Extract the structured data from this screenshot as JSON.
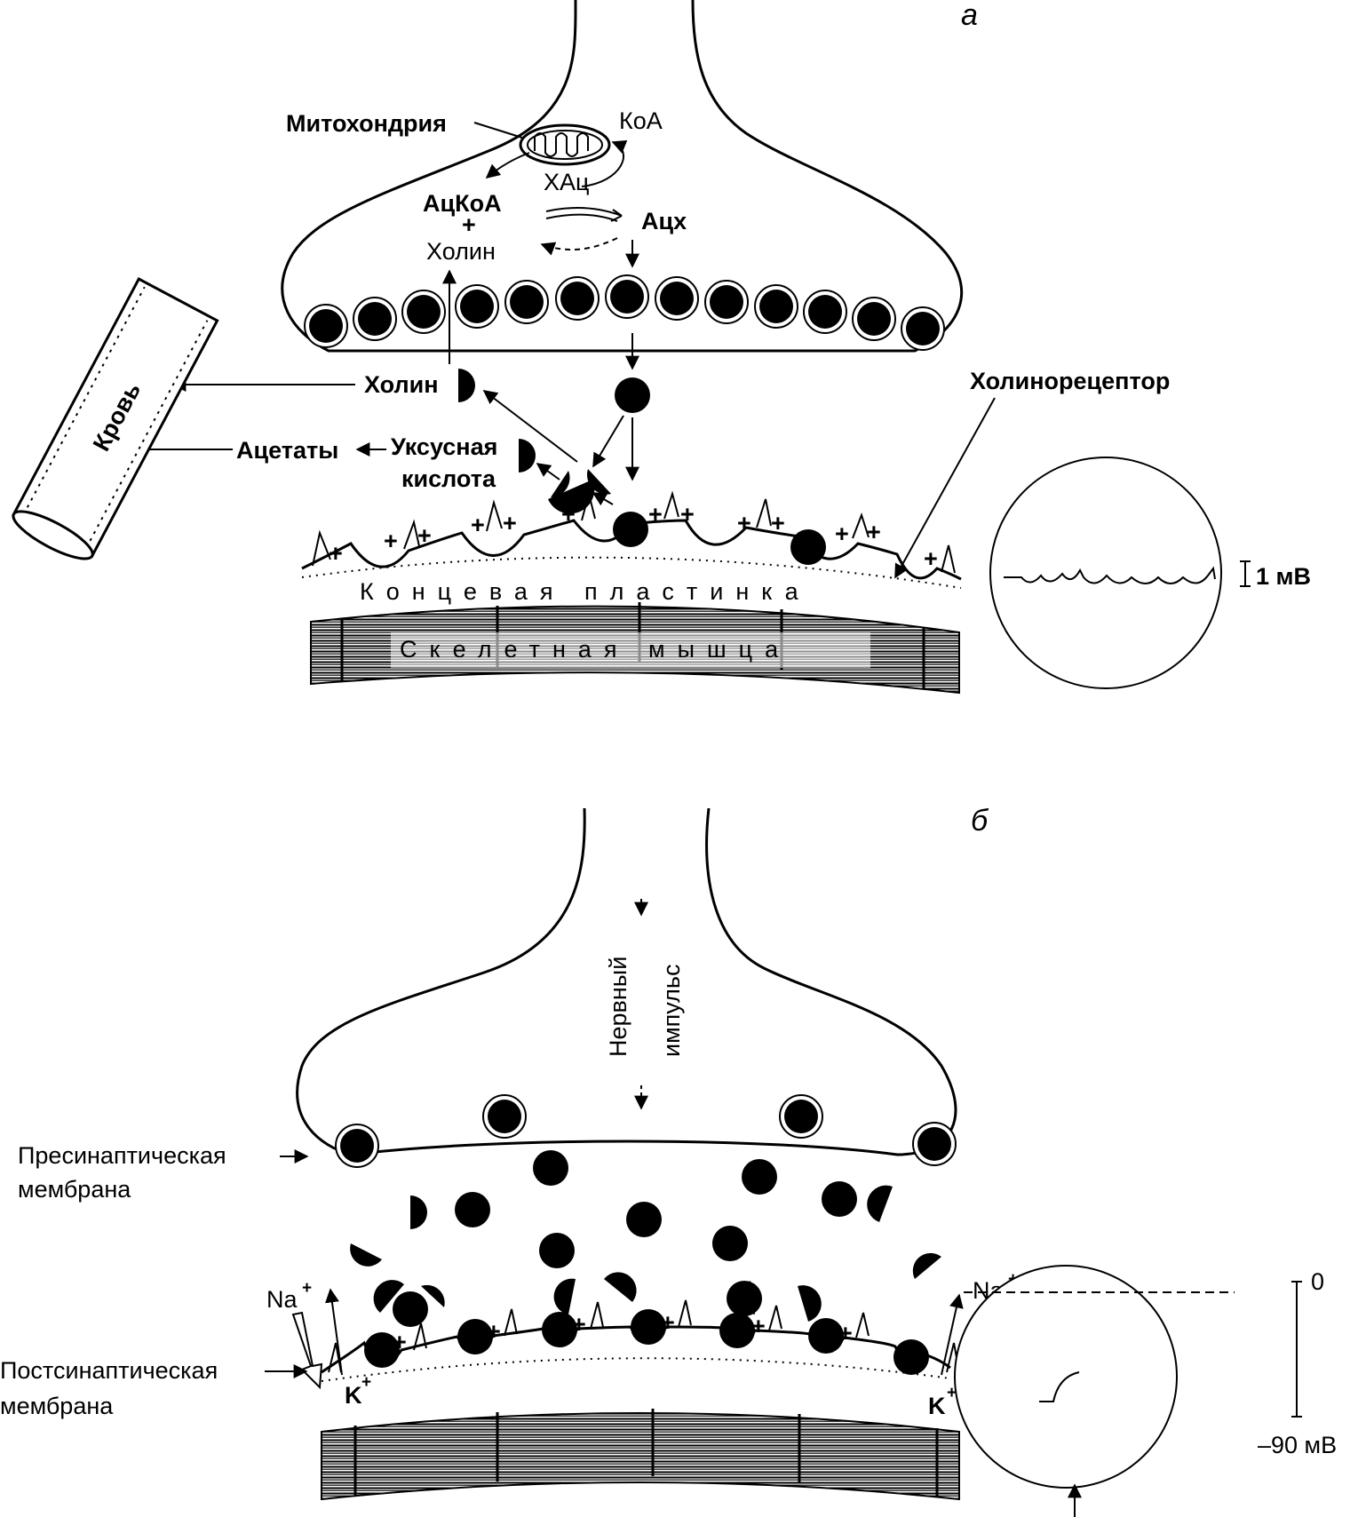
{
  "panel_a": {
    "letter": "а",
    "mitochondria": "Митохондрия",
    "coa": "КоА",
    "chac": "ХАц",
    "acetylcoa": "АцКоА",
    "plus": "+",
    "choline_top": "Холин",
    "ach": "Ацх",
    "choline_left": "Холин",
    "acetic_acid_1": "Уксусная",
    "acetic_acid_2": "кислота",
    "acetates": "Ацетаты",
    "blood": "Кровь",
    "cholinoreceptor": "Холинорецептор",
    "end_plate": "Концевая пластинка",
    "skeletal_muscle": "Скелетная мышца",
    "scale_label": "1 мВ"
  },
  "panel_b": {
    "letter": "б",
    "nerve_impulse_1": "Нервный",
    "nerve_impulse_2": "импульс",
    "presynaptic_1": "Пресинаптическая",
    "presynaptic_2": "мембрана",
    "postsynaptic_1": "Постсинаптическая",
    "postsynaptic_2": "мембрана",
    "na_left": "Na",
    "na_right": "Na",
    "k_left": "K",
    "k_right": "K",
    "ion_charge": "+",
    "scale_top": "0",
    "scale_bottom": "–90 мВ"
  },
  "colors": {
    "ink": "#000000",
    "paper": "#ffffff"
  }
}
